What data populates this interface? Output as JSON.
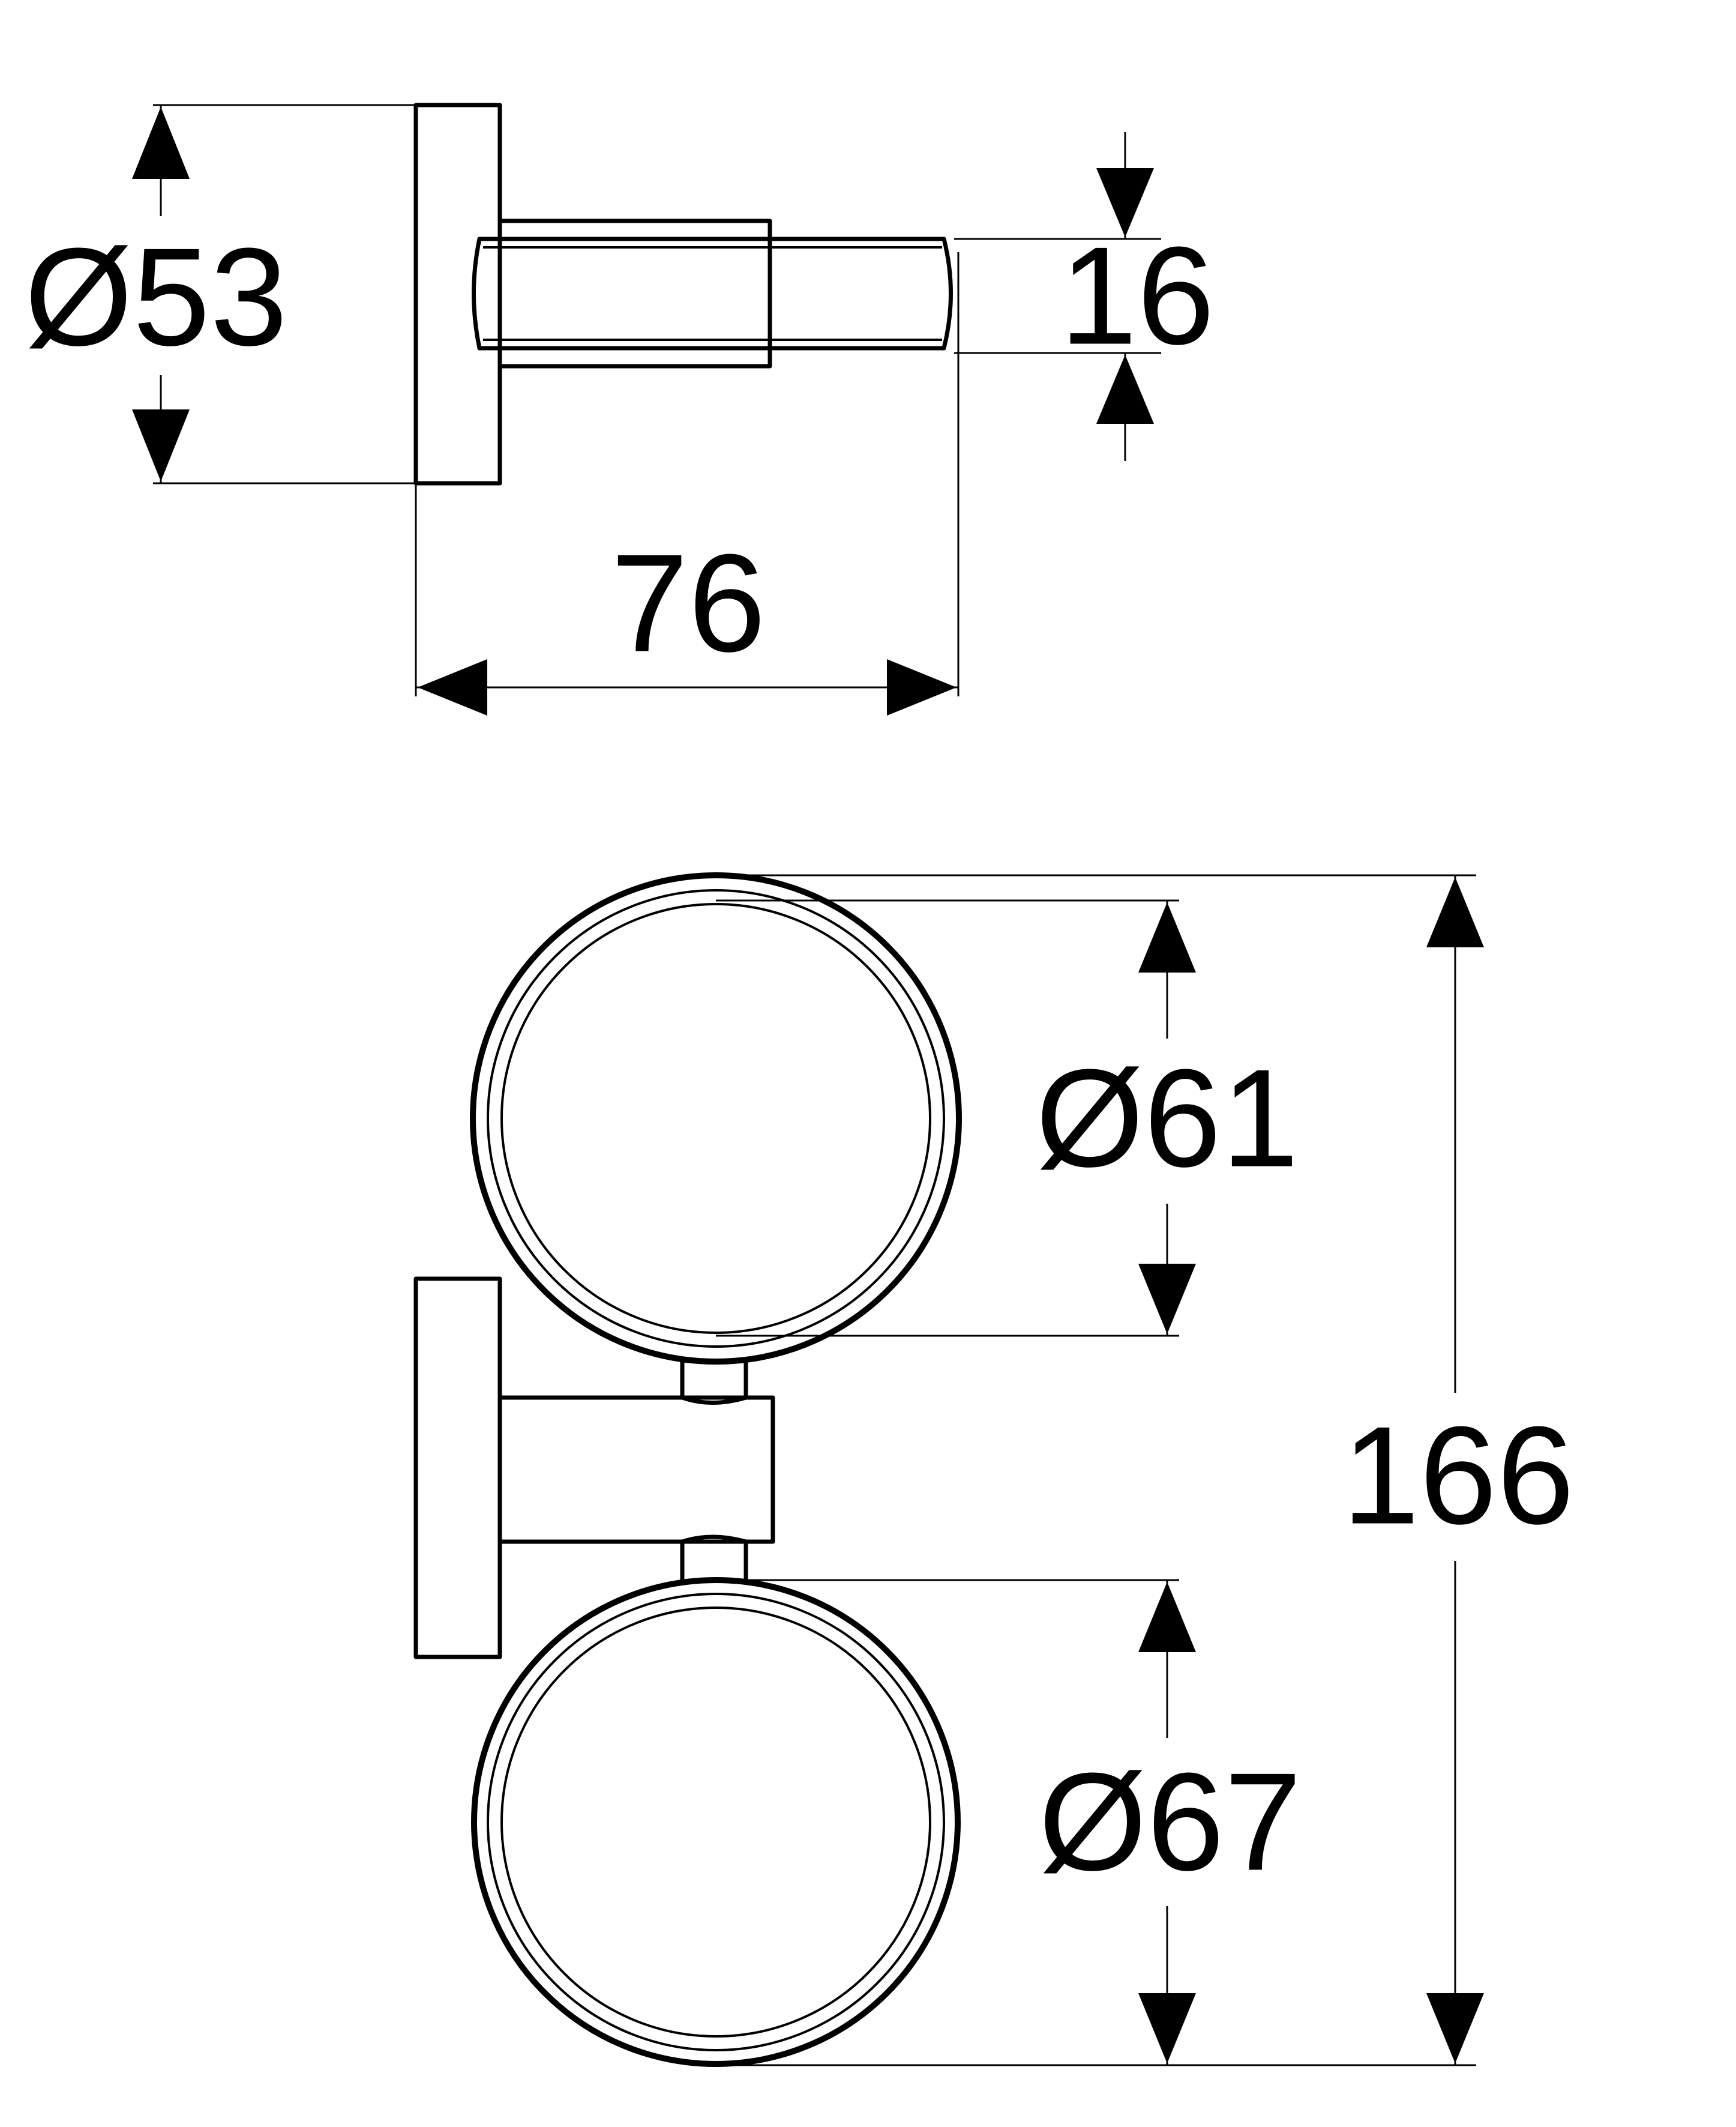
{
  "dimensions": {
    "backplate_diameter": "Ø53",
    "bar_thickness": "16",
    "projection": "76",
    "upper_ring_diameter": "Ø61",
    "lower_ring_diameter": "Ø67",
    "overall_height": "166"
  }
}
